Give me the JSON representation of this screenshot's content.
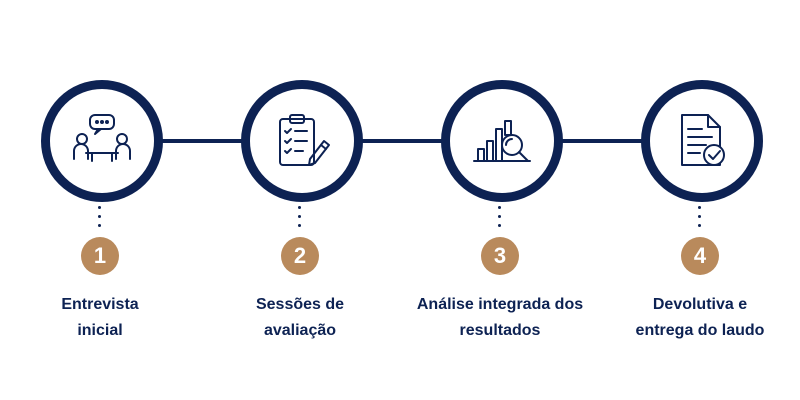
{
  "colors": {
    "navy": "#0d2253",
    "bronze": "#b98a5c"
  },
  "steps": [
    {
      "number": "1",
      "label_line1": "Entrevista",
      "label_line2": "inicial",
      "icon": "interview-icon"
    },
    {
      "number": "2",
      "label_line1": "Sessões de",
      "label_line2": "avaliação",
      "icon": "clipboard-checklist-icon"
    },
    {
      "number": "3",
      "label_line1": "Análise integrada dos",
      "label_line2": "resultados",
      "icon": "bar-chart-magnifier-icon"
    },
    {
      "number": "4",
      "label_line1": "Devolutiva e",
      "label_line2": "entrega do laudo",
      "icon": "document-check-icon"
    }
  ]
}
